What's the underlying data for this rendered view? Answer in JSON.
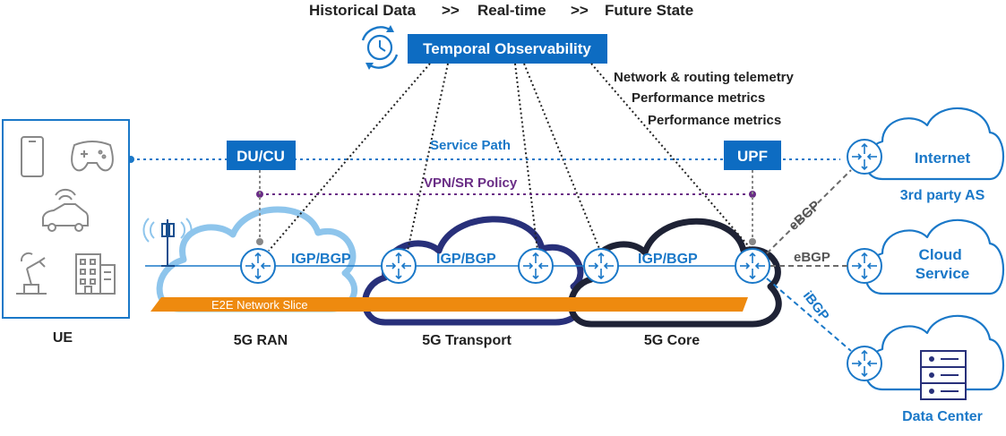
{
  "header": {
    "historical": "Historical Data",
    "arrow1": ">>",
    "realtime": "Real-time",
    "arrow2": ">>",
    "future": "Future State"
  },
  "observability": {
    "label": "Temporal Observability",
    "icon": "clock-refresh-icon"
  },
  "telemetry": [
    "Network & routing telemetry",
    "Performance metrics",
    "Performance metrics"
  ],
  "ue": {
    "label": "UE",
    "devices": [
      "smartphone-icon",
      "gamepad-icon",
      "connected-car-icon",
      "robot-arm-icon",
      "building-icon"
    ]
  },
  "nodes": {
    "ducu": "DU/CU",
    "upf": "UPF"
  },
  "paths": {
    "service_path": "Service Path",
    "vpn_policy": "VPN/SR Policy"
  },
  "domains": [
    {
      "label": "5G RAN",
      "protocol": "IGP/BGP",
      "color": "#8ec5ec"
    },
    {
      "label": "5G Transport",
      "protocol": "IGP/BGP",
      "color": "#28307a"
    },
    {
      "label": "5G Core",
      "protocol": "IGP/BGP",
      "color": "#1e2235"
    }
  ],
  "slice": {
    "label": "E2E Network Slice",
    "color": "#ee8a0f"
  },
  "peers": [
    {
      "label": "Internet",
      "sublabel": "3rd party AS",
      "link": "eBGP"
    },
    {
      "label": "Cloud\nService",
      "sublabel": "",
      "link": "eBGP"
    },
    {
      "label": "",
      "sublabel": "Data Center",
      "link": "iBGP"
    }
  ],
  "colors": {
    "primary_blue": "#0d6cc2",
    "link_blue": "#1a78c8",
    "purple": "#6a2d86",
    "gray_link": "#6b6b6b",
    "text": "#222222"
  }
}
